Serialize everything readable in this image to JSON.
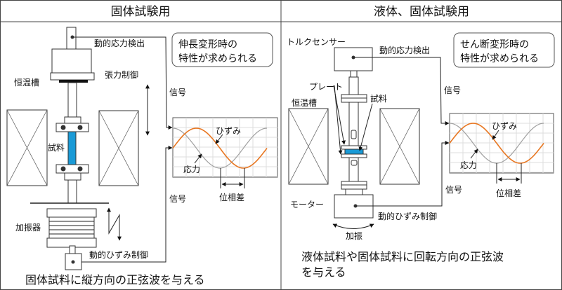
{
  "colors": {
    "specimen": "#1a9ad6",
    "strain_wave": "#e87722",
    "stress_wave": "#a0a0a0",
    "grid": "#dddddd"
  },
  "left": {
    "title": "固体試験用",
    "stress_detect": "動的応力検出",
    "note_line1": "伸長変形時の",
    "note_line2": "特性が求められる",
    "tension_control": "張力制御",
    "chamber": "恒温槽",
    "specimen": "試料",
    "signal_top": "信号",
    "signal_bottom": "信号",
    "strain": "ひずみ",
    "stress": "応力",
    "phase_diff": "位相差",
    "shaker": "加振器",
    "strain_control": "動的ひずみ制御",
    "caption": "固体試料に縦方向の正弦波を与える"
  },
  "right": {
    "title": "液体、固体試験用",
    "torque_sensor": "トルクセンサー",
    "stress_detect": "動的応力検出",
    "note_line1": "せん断変形時の",
    "note_line2": "特性が求められる",
    "plate": "プレート",
    "specimen": "試料",
    "chamber": "恒温槽",
    "signal_top": "信号",
    "signal_bottom": "信号",
    "strain": "ひずみ",
    "stress": "応力",
    "phase_diff": "位相差",
    "motor": "モーター",
    "strain_control": "動的ひずみ制御",
    "excitation": "加振",
    "caption_line1": "液体試料や固体試料に回転方向の正弦波",
    "caption_line2": "を与える"
  }
}
